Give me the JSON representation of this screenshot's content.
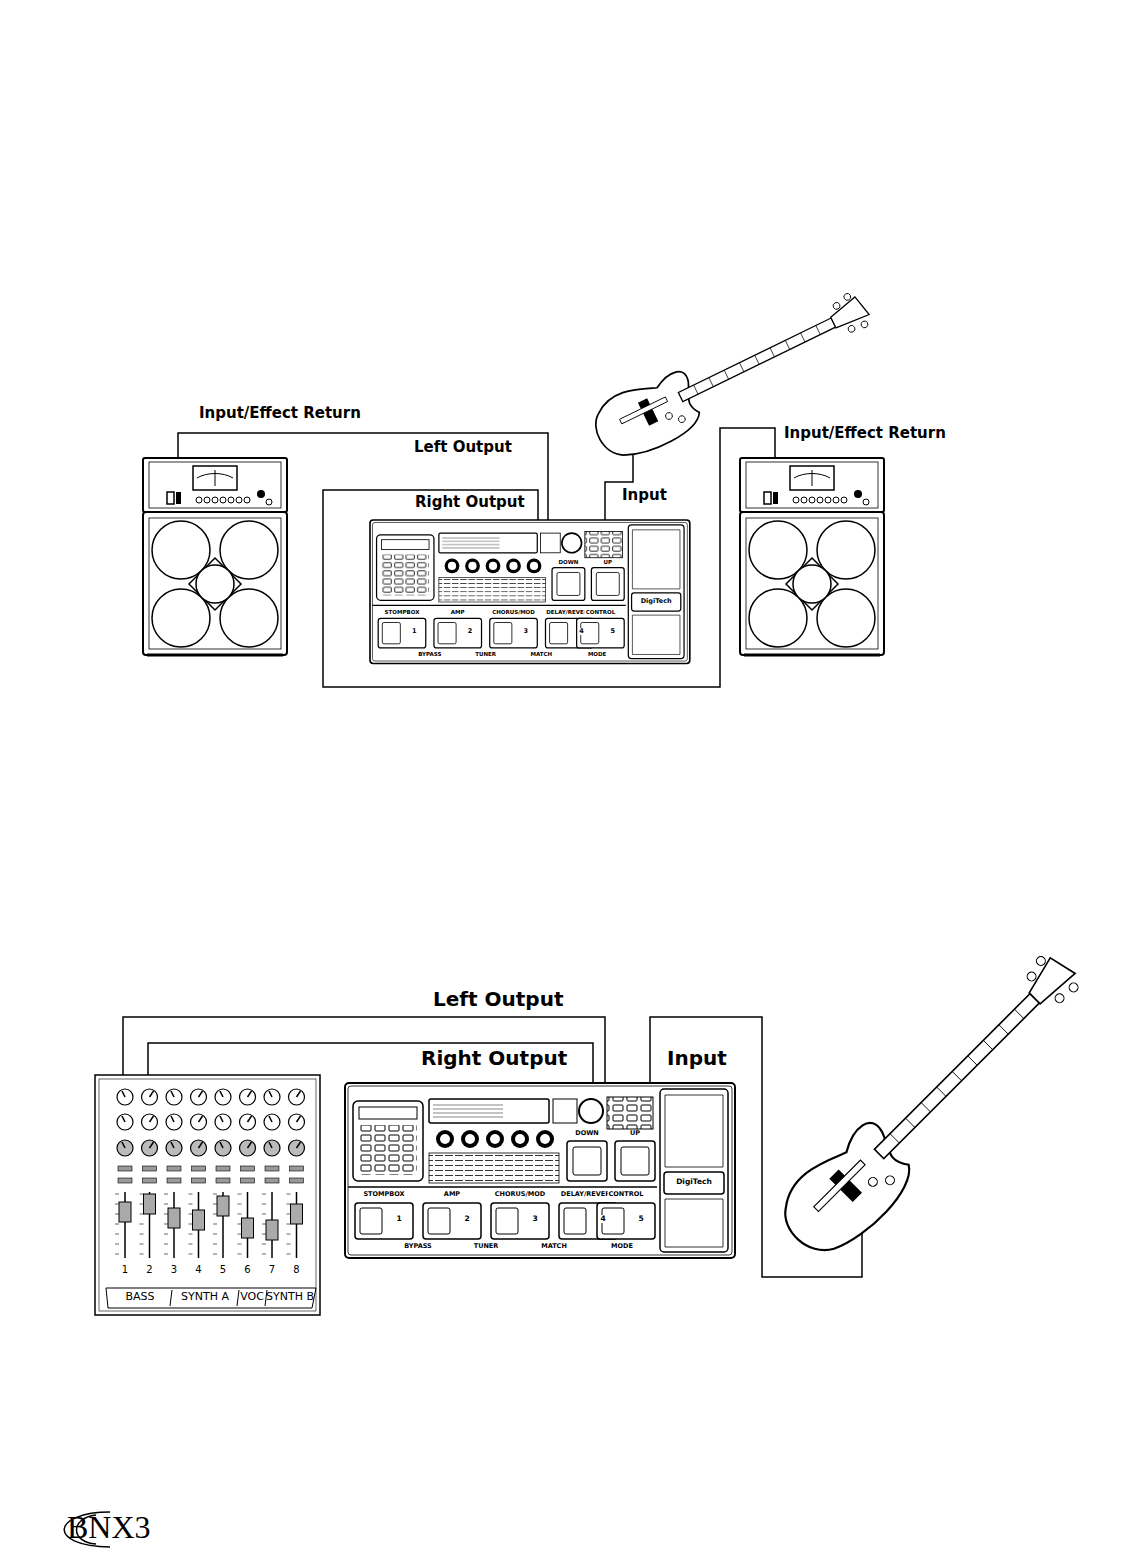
{
  "diagram": {
    "labels": [
      "Input/Effect Return",
      "Left Output",
      "Right Output",
      "Input",
      "Input/Effect Return",
      "STOMPBOX",
      "AMP",
      "CHORUS/MOD",
      "DELAY/REVERB",
      "CONTROL",
      "1",
      "2",
      "3",
      "4",
      "5",
      "BYPASS",
      "TUNER",
      "MATCH",
      "MODE",
      "DOWN",
      "UP",
      "DigiTech",
      "Left Output",
      "Right Output",
      "Input",
      "1",
      "2",
      "3",
      "4",
      "5",
      "6",
      "7",
      "8",
      "BASS",
      "SYNTH A",
      "VOC",
      "SYNTH B",
      "STOMPBOX",
      "AMP",
      "CHORUS/MOD",
      "DELAY/REVERB",
      "CONTROL",
      "1",
      "2",
      "3",
      "4",
      "5",
      "BYPASS",
      "TUNER",
      "MATCH",
      "MODE",
      "DOWN",
      "UP",
      "DigiTech",
      "BNX3"
    ]
  }
}
